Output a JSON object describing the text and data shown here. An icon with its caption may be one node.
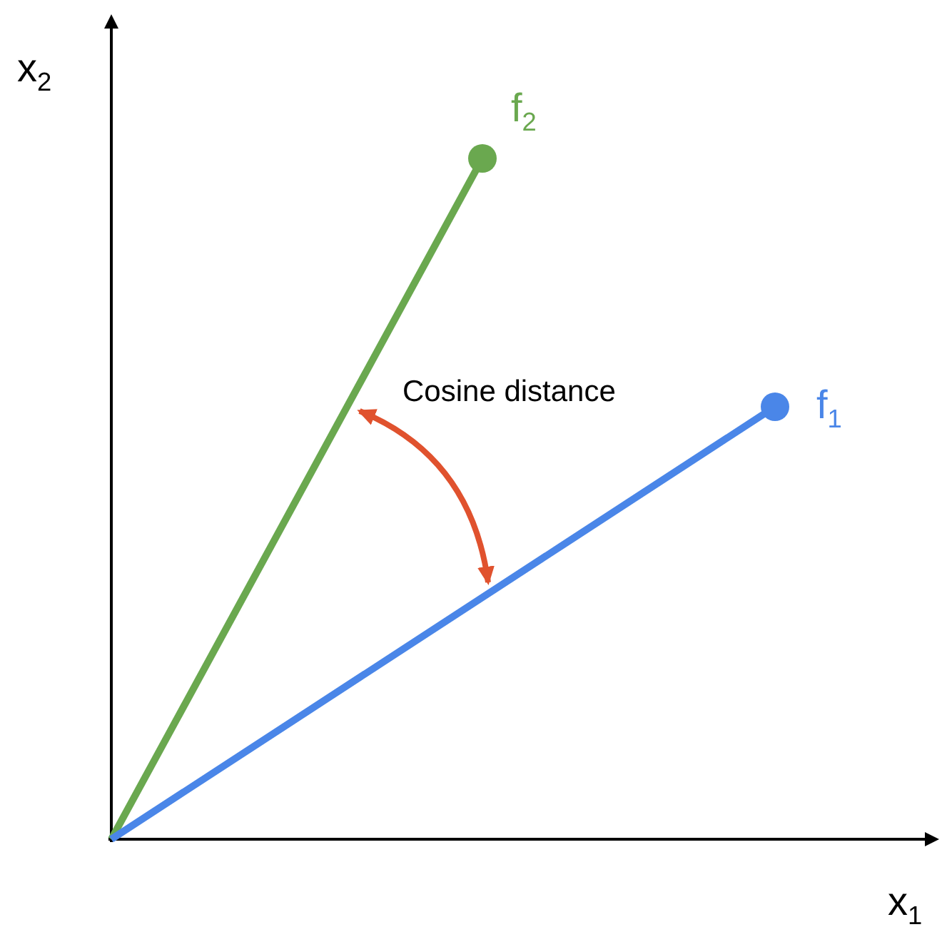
{
  "diagram": {
    "labels": [
      "x$_{2}$",
      "f$_{2}$",
      "Cosine distance",
      "f$_{1}$",
      "x$_{1}$"
    ]
  }
}
